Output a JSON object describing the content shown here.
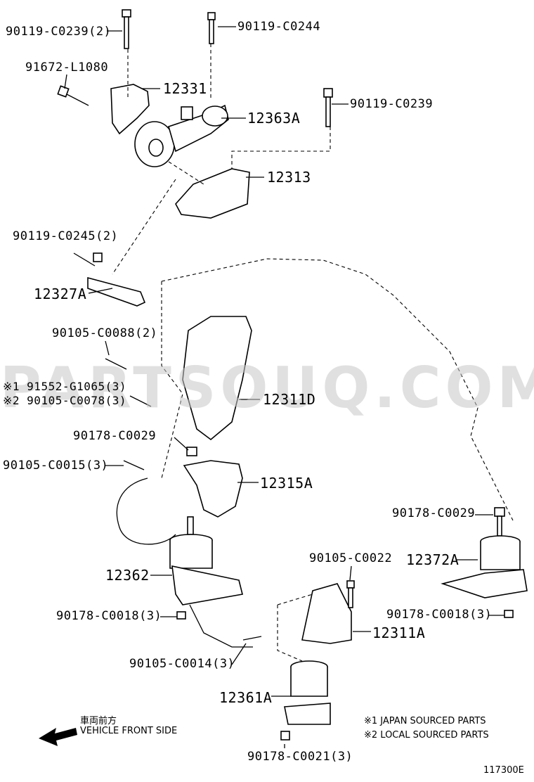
{
  "parts": {
    "p_90119_C0239_2": "90119-C0239(2)",
    "p_90119_C0244": "90119-C0244",
    "p_91672_L1080": "91672-L1080",
    "p_12331": "12331",
    "p_12363A": "12363A",
    "p_90119_C0239": "90119-C0239",
    "p_12313": "12313",
    "p_90119_C0245_2": "90119-C0245(2)",
    "p_12327A": "12327A",
    "p_90105_C0088_2": "90105-C0088(2)",
    "p_91552_G1065_3": "※1 91552-G1065(3)",
    "p_90105_C0078_3": "※2 90105-C0078(3)",
    "p_12311D": "12311D",
    "p_90178_C0029_a": "90178-C0029",
    "p_90105_C0015_3": "90105-C0015(3)",
    "p_12315A": "12315A",
    "p_90178_C0029_b": "90178-C0029",
    "p_12372A": "12372A",
    "p_90105_C0022": "90105-C0022",
    "p_12362": "12362",
    "p_90178_C0018_3_a": "90178-C0018(3)",
    "p_90178_C0018_3_b": "90178-C0018(3)",
    "p_12311A": "12311A",
    "p_90105_C0014_3": "90105-C0014(3)",
    "p_12361A": "12361A",
    "p_90178_C0021_3": "90178-C0021(3)"
  },
  "front": {
    "jp": "車両前方",
    "en": "VEHICLE FRONT SIDE"
  },
  "notes": {
    "n1": "※1 JAPAN SOURCED PARTS",
    "n2": "※2 LOCAL SOURCED PARTS"
  },
  "figure_id": "117300E",
  "watermark": "PARTSOUQ.COM",
  "icons": {
    "arrow": "arrow-left-icon"
  }
}
